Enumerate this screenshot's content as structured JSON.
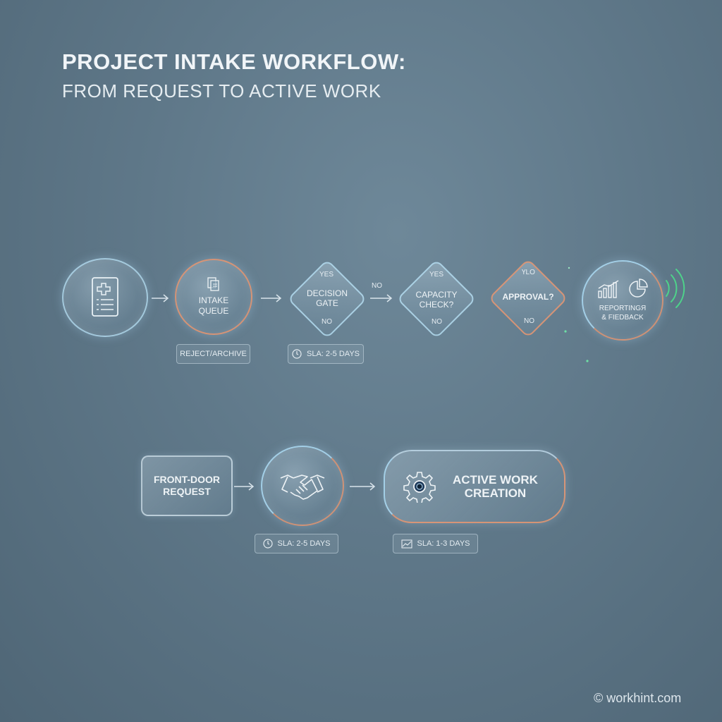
{
  "header": {
    "title": "PROJECT INTAKE WORKFLOW:",
    "subtitle": "FROM REQUEST TO ACTIVE WORK"
  },
  "top_row": {
    "intake_queue": "INTAKE\nQUEUE",
    "decision_gate": {
      "label": "DECISION\nGATE",
      "yes": "YES",
      "no": "NO"
    },
    "between_no": "NO",
    "capacity_check": {
      "label": "CAPACITY\nCHECK?",
      "yes": "YES",
      "no": "NO"
    },
    "approval": {
      "label": "APPROVAL?",
      "top": "ҮLO",
      "no": "NO"
    },
    "reporting": "REPORTINGЯ\n& FIEDBACK",
    "reject_archive": "REJECT/ARCHIVE",
    "sla_top": "SLA: 2-5 DAYS"
  },
  "bottom_row": {
    "front_door": "FRONT-DOOR\nREQUEST",
    "active_work": "ACTIVE WORK\nCREATION",
    "sla_left": "SLA: 2-5 DAYS",
    "sla_right": "SLA: 1-3 DAYS"
  },
  "footer": {
    "credit": "© workhint.com"
  },
  "colors": {
    "accent_orange": "#e0937a",
    "accent_blue": "#b4dcf0",
    "accent_green": "#4ed38a"
  },
  "icons": [
    "document-medical-icon",
    "documents-icon",
    "bar-chart-icon",
    "pie-chart-icon",
    "handshake-icon",
    "gear-icon",
    "clock-icon",
    "trend-icon",
    "signal-waves-icon"
  ]
}
